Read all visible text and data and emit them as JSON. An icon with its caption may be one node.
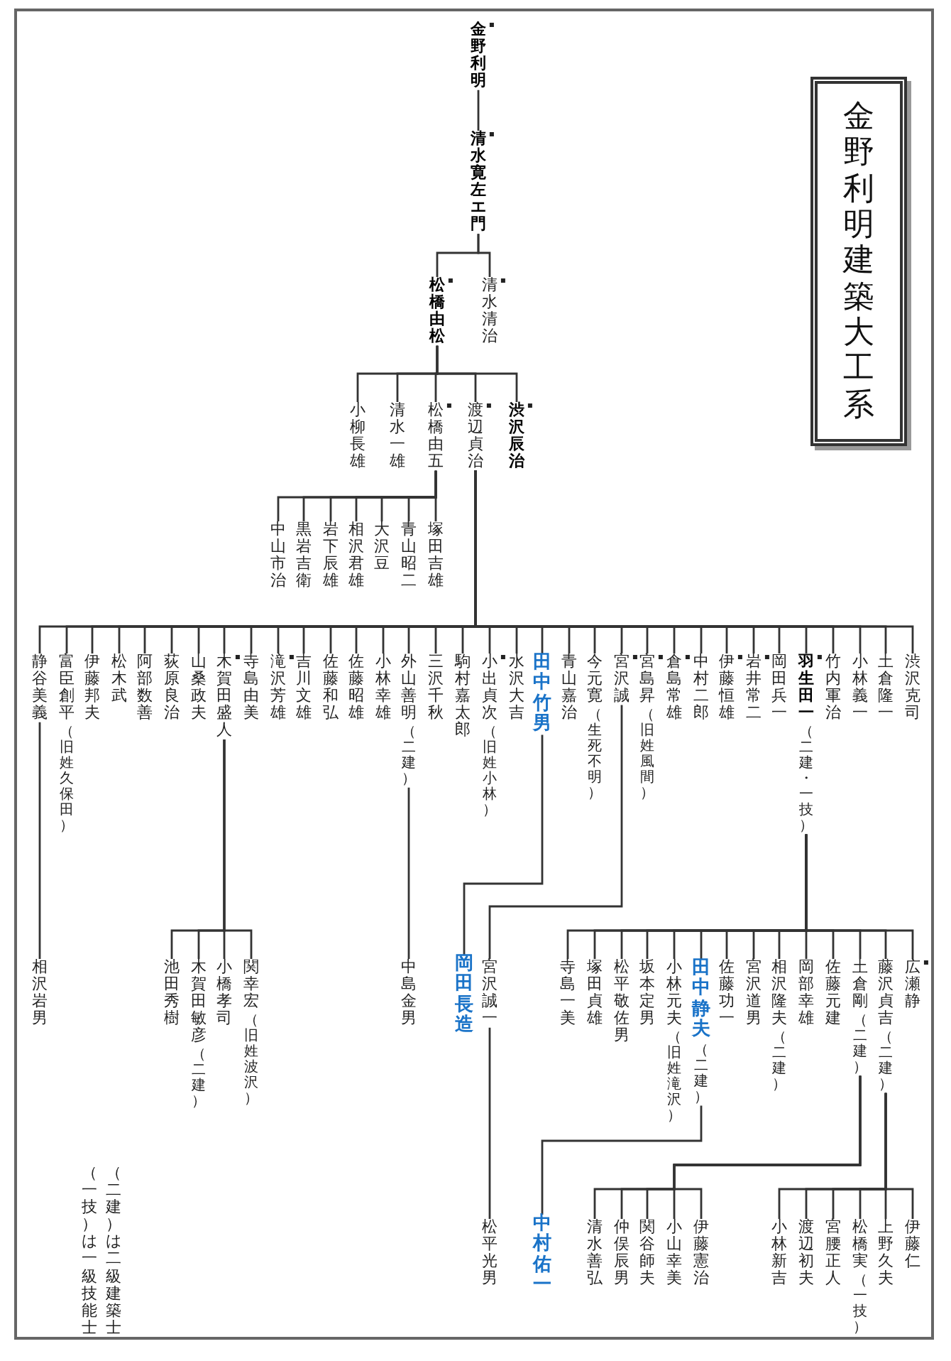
{
  "diagram": {
    "title": "金野利明建築大工系",
    "nodes": [
      {
        "text": [
          "金野利明"
        ]
      },
      {
        "text": [
          "清水寛左エ門"
        ]
      },
      {
        "text": [
          "松橋由松"
        ]
      },
      {
        "text": [
          "清水清治"
        ]
      },
      {
        "text": [
          "小柳長雄"
        ]
      },
      {
        "text": [
          "清水一雄"
        ]
      },
      {
        "text": [
          "松橋由五"
        ]
      },
      {
        "text": [
          "渡辺貞治"
        ]
      },
      {
        "text": [
          "渋沢辰治"
        ]
      },
      {
        "text": [
          "中山市治"
        ]
      },
      {
        "text": [
          "黒岩吉衛"
        ]
      },
      {
        "text": [
          "岩下辰雄"
        ]
      },
      {
        "text": [
          "相沢君雄"
        ]
      },
      {
        "text": [
          "大沢豆"
        ]
      },
      {
        "text": [
          "青山昭二"
        ]
      },
      {
        "text": [
          "塚田吉雄"
        ]
      },
      {
        "text": [
          "静谷美義"
        ]
      },
      {
        "text": [
          "富臣創平",
          "（旧姓久保田）"
        ]
      },
      {
        "text": [
          "伊藤邦夫"
        ]
      },
      {
        "text": [
          "松木武"
        ]
      },
      {
        "text": [
          "阿部数善"
        ]
      },
      {
        "text": [
          "荻原良治"
        ]
      },
      {
        "text": [
          "山桑政夫"
        ]
      },
      {
        "text": [
          "木賀田盛人"
        ]
      },
      {
        "text": [
          "寺島由美"
        ]
      },
      {
        "text": [
          "滝沢芳雄"
        ]
      },
      {
        "text": [
          "吉川文雄"
        ]
      },
      {
        "text": [
          "佐藤和弘"
        ]
      },
      {
        "text": [
          "佐藤昭雄"
        ]
      },
      {
        "text": [
          "小林幸雄"
        ]
      },
      {
        "text": [
          "外山善明",
          "（二建）"
        ]
      },
      {
        "text": [
          "三沢千秋"
        ]
      },
      {
        "text": [
          "駒村嘉太郎"
        ]
      },
      {
        "text": [
          "小出貞次",
          "（旧姓小林）"
        ]
      },
      {
        "text": [
          "水沢大吉"
        ]
      },
      {
        "text": [
          "田中竹男"
        ]
      },
      {
        "text": [
          "青山嘉治"
        ]
      },
      {
        "text": [
          "今元寛",
          "（生死不明）"
        ]
      },
      {
        "text": [
          "宮沢誠"
        ]
      },
      {
        "text": [
          "宮島昇",
          "（旧姓風間）"
        ]
      },
      {
        "text": [
          "倉島常雄"
        ]
      },
      {
        "text": [
          "中村二郎"
        ]
      },
      {
        "text": [
          "伊藤恒雄"
        ]
      },
      {
        "text": [
          "岩井常二"
        ]
      },
      {
        "text": [
          "岡田兵一"
        ]
      },
      {
        "text": [
          "羽生田一",
          "（二建・一技）"
        ]
      },
      {
        "text": [
          "竹内軍治"
        ]
      },
      {
        "text": [
          "小林義一"
        ]
      },
      {
        "text": [
          "土倉隆一"
        ]
      },
      {
        "text": [
          "渋沢克司"
        ]
      },
      {
        "text": [
          "相沢岩男"
        ]
      },
      {
        "text": [
          "池田秀樹"
        ]
      },
      {
        "text": [
          "木賀田敏彦",
          "（二建）"
        ]
      },
      {
        "text": [
          "小橋孝司"
        ]
      },
      {
        "text": [
          "関幸宏",
          "（旧姓波沢）"
        ]
      },
      {
        "text": [
          "中島金男"
        ]
      },
      {
        "text": [
          "岡田長造"
        ]
      },
      {
        "text": [
          "宮沢誠一"
        ]
      },
      {
        "text": [
          "寺島一美"
        ]
      },
      {
        "text": [
          "塚田貞雄"
        ]
      },
      {
        "text": [
          "松平敬佐男"
        ]
      },
      {
        "text": [
          "坂本定男"
        ]
      },
      {
        "text": [
          "小林元夫",
          "（旧姓滝沢）"
        ]
      },
      {
        "text": [
          "田中静夫",
          "（二建）"
        ]
      },
      {
        "text": [
          "佐藤功一"
        ]
      },
      {
        "text": [
          "宮沢道男"
        ]
      },
      {
        "text": [
          "相沢隆夫",
          "（二建）"
        ]
      },
      {
        "text": [
          "岡部幸雄"
        ]
      },
      {
        "text": [
          "佐藤元建"
        ]
      },
      {
        "text": [
          "土倉剛",
          "（二建）"
        ]
      },
      {
        "text": [
          "藤沢貞吉",
          "（二建）"
        ]
      },
      {
        "text": [
          "広瀬静"
        ]
      },
      {
        "text": [
          "松平光男"
        ]
      },
      {
        "text": [
          "中村佑一"
        ]
      },
      {
        "text": [
          "清水善弘"
        ]
      },
      {
        "text": [
          "仲俣辰男"
        ]
      },
      {
        "text": [
          "関谷師夫"
        ]
      },
      {
        "text": [
          "小山幸美"
        ]
      },
      {
        "text": [
          "伊藤憲治"
        ]
      },
      {
        "text": [
          "小林新吉"
        ]
      },
      {
        "text": [
          "渡辺初夫"
        ]
      },
      {
        "text": [
          "宮腰正人"
        ]
      },
      {
        "text": [
          "松橋実",
          "（一技）"
        ]
      },
      {
        "text": [
          "上野久夫"
        ]
      },
      {
        "text": [
          "伊藤仁"
        ]
      }
    ],
    "edges": [
      {
        "from": 0,
        "to": 1,
        "arrow": "none"
      },
      {
        "from": 1,
        "to": 2,
        "arrow": "none"
      },
      {
        "from": 1,
        "to": 3,
        "arrow": "none"
      },
      {
        "from": 2,
        "to": 4,
        "arrow": "none"
      },
      {
        "from": 2,
        "to": 5,
        "arrow": "none"
      },
      {
        "from": 2,
        "to": 6,
        "arrow": "none"
      },
      {
        "from": 2,
        "to": 7,
        "arrow": "none"
      },
      {
        "from": 2,
        "to": 8,
        "arrow": "none"
      },
      {
        "from": 6,
        "to": 9,
        "arrow": "none"
      },
      {
        "from": 6,
        "to": 10,
        "arrow": "none"
      },
      {
        "from": 6,
        "to": 11,
        "arrow": "none"
      },
      {
        "from": 6,
        "to": 12,
        "arrow": "none"
      },
      {
        "from": 6,
        "to": 13,
        "arrow": "none"
      },
      {
        "from": 6,
        "to": 14,
        "arrow": "none"
      },
      {
        "from": 6,
        "to": 15,
        "arrow": "none"
      },
      {
        "from": 7,
        "to": 16,
        "arrow": "none"
      },
      {
        "from": 7,
        "to": 17,
        "arrow": "none"
      },
      {
        "from": 7,
        "to": 18,
        "arrow": "none"
      },
      {
        "from": 7,
        "to": 19,
        "arrow": "none"
      },
      {
        "from": 7,
        "to": 20,
        "arrow": "none"
      },
      {
        "from": 7,
        "to": 21,
        "arrow": "none"
      },
      {
        "from": 7,
        "to": 22,
        "arrow": "none"
      },
      {
        "from": 7,
        "to": 23,
        "arrow": "none"
      },
      {
        "from": 7,
        "to": 24,
        "arrow": "none"
      },
      {
        "from": 7,
        "to": 25,
        "arrow": "none"
      },
      {
        "from": 7,
        "to": 26,
        "arrow": "none"
      },
      {
        "from": 7,
        "to": 27,
        "arrow": "none"
      },
      {
        "from": 7,
        "to": 28,
        "arrow": "none"
      },
      {
        "from": 7,
        "to": 29,
        "arrow": "none"
      },
      {
        "from": 7,
        "to": 30,
        "arrow": "none"
      },
      {
        "from": 7,
        "to": 31,
        "arrow": "none"
      },
      {
        "from": 7,
        "to": 32,
        "arrow": "none"
      },
      {
        "from": 7,
        "to": 33,
        "arrow": "none"
      },
      {
        "from": 7,
        "to": 34,
        "arrow": "none"
      },
      {
        "from": 7,
        "to": 35,
        "arrow": "none"
      },
      {
        "from": 7,
        "to": 36,
        "arrow": "none"
      },
      {
        "from": 7,
        "to": 37,
        "arrow": "none"
      },
      {
        "from": 7,
        "to": 38,
        "arrow": "none"
      },
      {
        "from": 7,
        "to": 39,
        "arrow": "none"
      },
      {
        "from": 7,
        "to": 40,
        "arrow": "none"
      },
      {
        "from": 7,
        "to": 41,
        "arrow": "none"
      },
      {
        "from": 7,
        "to": 42,
        "arrow": "none"
      },
      {
        "from": 7,
        "to": 43,
        "arrow": "none"
      },
      {
        "from": 7,
        "to": 44,
        "arrow": "none"
      },
      {
        "from": 7,
        "to": 45,
        "arrow": "none"
      },
      {
        "from": 7,
        "to": 46,
        "arrow": "none"
      },
      {
        "from": 7,
        "to": 47,
        "arrow": "none"
      },
      {
        "from": 7,
        "to": 48,
        "arrow": "none"
      },
      {
        "from": 7,
        "to": 49,
        "arrow": "none"
      },
      {
        "from": 16,
        "to": 50,
        "arrow": "none"
      },
      {
        "from": 23,
        "to": 51,
        "arrow": "none"
      },
      {
        "from": 23,
        "to": 52,
        "arrow": "none"
      },
      {
        "from": 23,
        "to": 53,
        "arrow": "none"
      },
      {
        "from": 23,
        "to": 54,
        "arrow": "none"
      },
      {
        "from": 30,
        "to": 55,
        "arrow": "none"
      },
      {
        "from": 35,
        "to": 56,
        "arrow": "none"
      },
      {
        "from": 38,
        "to": 57,
        "arrow": "none"
      },
      {
        "from": 45,
        "to": 58,
        "arrow": "none"
      },
      {
        "from": 45,
        "to": 59,
        "arrow": "none"
      },
      {
        "from": 45,
        "to": 60,
        "arrow": "none"
      },
      {
        "from": 45,
        "to": 61,
        "arrow": "none"
      },
      {
        "from": 45,
        "to": 62,
        "arrow": "none"
      },
      {
        "from": 45,
        "to": 63,
        "arrow": "none"
      },
      {
        "from": 45,
        "to": 64,
        "arrow": "none"
      },
      {
        "from": 45,
        "to": 65,
        "arrow": "none"
      },
      {
        "from": 45,
        "to": 66,
        "arrow": "none"
      },
      {
        "from": 45,
        "to": 67,
        "arrow": "none"
      },
      {
        "from": 45,
        "to": 68,
        "arrow": "none"
      },
      {
        "from": 45,
        "to": 69,
        "arrow": "none"
      },
      {
        "from": 45,
        "to": 70,
        "arrow": "none"
      },
      {
        "from": 45,
        "to": 71,
        "arrow": "none"
      },
      {
        "from": 57,
        "to": 72,
        "arrow": "none"
      },
      {
        "from": 63,
        "to": 73,
        "arrow": "none"
      },
      {
        "from": 69,
        "to": 74,
        "arrow": "none"
      },
      {
        "from": 69,
        "to": 75,
        "arrow": "none"
      },
      {
        "from": 69,
        "to": 76,
        "arrow": "none"
      },
      {
        "from": 69,
        "to": 77,
        "arrow": "none"
      },
      {
        "from": 69,
        "to": 78,
        "arrow": "none"
      },
      {
        "from": 70,
        "to": 79,
        "arrow": "none"
      },
      {
        "from": 70,
        "to": 80,
        "arrow": "none"
      },
      {
        "from": 70,
        "to": 81,
        "arrow": "none"
      },
      {
        "from": 70,
        "to": 82,
        "arrow": "none"
      },
      {
        "from": 70,
        "to": 83,
        "arrow": "none"
      },
      {
        "from": 70,
        "to": 84,
        "arrow": "none"
      }
    ],
    "labels": [
      "（二建）は二級建築士",
      "（一技）は一級技能士"
    ]
  }
}
